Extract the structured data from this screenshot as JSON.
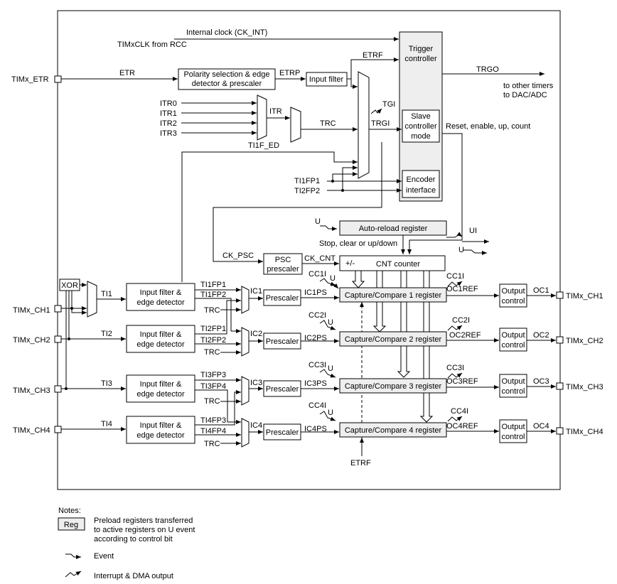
{
  "signals": {
    "internal_clock": "Internal clock (CK_INT)",
    "timxclk": "TIMxCLK from RCC",
    "etr": "ETR",
    "etrp": "ETRP",
    "etrf": "ETRF",
    "trgo": "TRGO",
    "to_other_timers_1": "to other timers",
    "to_other_timers_2": "to DAC/ADC",
    "itr0": "ITR0",
    "itr1": "ITR1",
    "itr2": "ITR2",
    "itr3": "ITR3",
    "itr": "ITR",
    "trc": "TRC",
    "trgi": "TRGI",
    "tgi": "TGI",
    "ti1f_ed": "TI1F_ED",
    "ti1fp1": "TI1FP1",
    "ti2fp2": "TI2FP2",
    "reset_enable": "Reset, enable, up, count",
    "u": "U",
    "ui": "UI",
    "stop_clear": "Stop, clear or up/down",
    "ck_psc": "CK_PSC",
    "ck_cnt": "CK_CNT",
    "plus_minus": "+/-",
    "ti1": "TI1",
    "ti2": "TI2",
    "ti3": "TI3",
    "ti4": "TI4",
    "ch1_fp1": "TI1FP1",
    "ch1_fp2": "TI1FP2",
    "ch2_fp1": "TI2FP1",
    "ch2_fp2": "TI2FP2",
    "ch3_fp3": "TI3FP3",
    "ch3_fp4": "TI3FP4",
    "ch4_fp3": "TI4FP3",
    "ch4_fp4": "TI4FP4",
    "trc_in": "TRC",
    "ic1": "IC1",
    "ic2": "IC2",
    "ic3": "IC3",
    "ic4": "IC4",
    "ic1ps": "IC1PS",
    "ic2ps": "IC2PS",
    "ic3ps": "IC3PS",
    "ic4ps": "IC4PS",
    "cc1i": "CC1I",
    "cc2i": "CC2I",
    "cc3i": "CC3I",
    "cc4i": "CC4I",
    "oc1ref": "OC1REF",
    "oc2ref": "OC2REF",
    "oc3ref": "OC3REF",
    "oc4ref": "OC4REF",
    "oc1": "OC1",
    "oc2": "OC2",
    "oc3": "OC3",
    "oc4": "OC4",
    "etrf_bottom": "ETRF"
  },
  "pins": {
    "etr": "TIMx_ETR",
    "ch1_in": "TIMx_CH1",
    "ch2_in": "TIMx_CH2",
    "ch3_in": "TIMx_CH3",
    "ch4_in": "TIMx_CH4",
    "ch1_out": "TIMx_CH1",
    "ch2_out": "TIMx_CH2",
    "ch3_out": "TIMx_CH3",
    "ch4_out": "TIMx_CH4"
  },
  "blocks": {
    "polarity_1": "Polarity selection & edge",
    "polarity_2": "detector & prescaler",
    "input_filter": "Input filter",
    "trigger_1": "Trigger",
    "trigger_2": "controller",
    "slave_1": "Slave",
    "slave_2": "controller",
    "slave_3": "mode",
    "encoder_1": "Encoder",
    "encoder_2": "interface",
    "auto_reload": "Auto-reload register",
    "psc_1": "PSC",
    "psc_2": "prescaler",
    "cnt": "CNT counter",
    "xor": "XOR",
    "ife_1": "Input filter &",
    "ife_2": "edge detector",
    "prescaler": "Prescaler",
    "cc1": "Capture/Compare 1 register",
    "cc2": "Capture/Compare 2 register",
    "cc3": "Capture/Compare 3 register",
    "cc4": "Capture/Compare 4 register",
    "out_1": "Output",
    "out_2": "control"
  },
  "notes": {
    "title": "Notes:",
    "reg": "Reg",
    "reg_desc_1": "Preload registers transferred",
    "reg_desc_2": "to active registers on U event",
    "reg_desc_3": "according to control bit",
    "event": "Event",
    "interrupt": "Interrupt & DMA output"
  }
}
